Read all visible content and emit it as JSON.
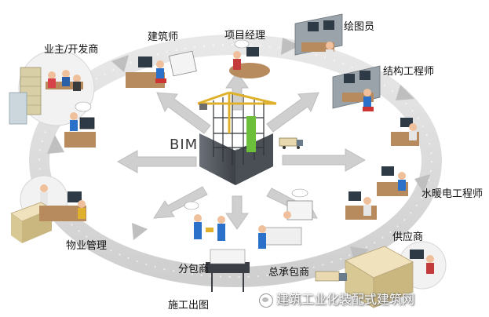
{
  "center": {
    "label": "BIM"
  },
  "stakeholders": {
    "owner": "业主/开发商",
    "architect": "建筑师",
    "project_manager": "项目经理",
    "drafter": "绘图员",
    "structural": "结构工程师",
    "mep": "水暖电工程师",
    "supplier": "供应商",
    "general_contractor": "总承包商",
    "subcontractor": "分包商",
    "construction_drawing": "施工出图",
    "property_management": "物业管理"
  },
  "watermark": {
    "text": "建筑工业化装配式建筑网",
    "icon": "wechat-icon"
  },
  "colors": {
    "ring": "#d9d9d9",
    "arrow": "#c9c9c9",
    "building": "#555a60",
    "crane": "#e0b12c",
    "accent_green": "#6bbf3a"
  }
}
